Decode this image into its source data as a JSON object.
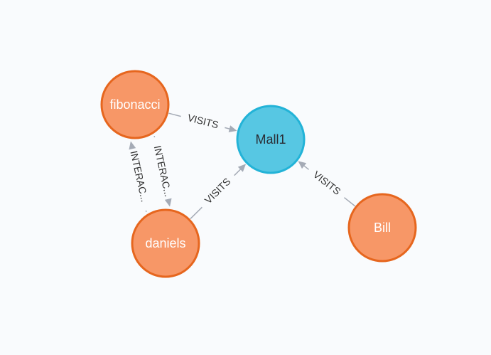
{
  "graph": {
    "nodes": [
      {
        "id": "fibonacci",
        "caption": "fibonacci",
        "fill": "#f79767",
        "stroke": "#e6661e",
        "text_color": "#ffffff"
      },
      {
        "id": "mall1",
        "caption": "Mall1",
        "fill": "#57c7e3",
        "stroke": "#23b3d7",
        "text_color": "#2a2c34"
      },
      {
        "id": "daniels",
        "caption": "daniels",
        "fill": "#f79767",
        "stroke": "#e6661e",
        "text_color": "#ffffff"
      },
      {
        "id": "bill",
        "caption": "Bill",
        "fill": "#f79767",
        "stroke": "#e6661e",
        "text_color": "#ffffff"
      }
    ],
    "relationships": [
      {
        "id": "rel-fibonacci-mall1",
        "type": "VISITS",
        "label": "VISITS",
        "source": "fibonacci",
        "target": "mall1"
      },
      {
        "id": "rel-daniels-mall1",
        "type": "VISITS",
        "label": "VISITS",
        "source": "daniels",
        "target": "mall1"
      },
      {
        "id": "rel-bill-mall1",
        "type": "VISITS",
        "label": "VISITS",
        "source": "bill",
        "target": "mall1"
      },
      {
        "id": "rel-fibonacci-daniels",
        "type": "INTERACTS",
        "label": "INTERAC...",
        "source": "fibonacci",
        "target": "daniels"
      },
      {
        "id": "rel-daniels-fibonacci",
        "type": "INTERACTS",
        "label": "INTERAC...",
        "source": "daniels",
        "target": "fibonacci"
      }
    ]
  }
}
